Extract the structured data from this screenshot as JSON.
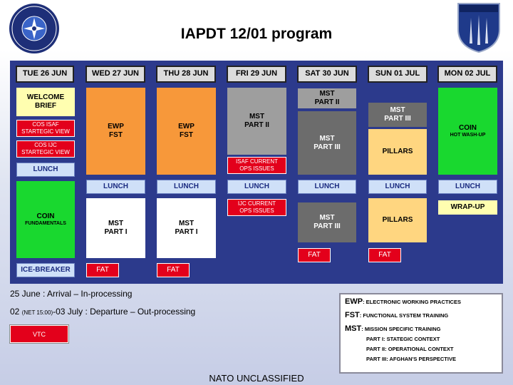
{
  "title": "IAPDT 12/01 program",
  "days": [
    "TUE 26 JUN",
    "WED 27 JUN",
    "THU 28 JUN",
    "FRI 29 JUN",
    "SAT 30 JUN",
    "SUN 01 JUL",
    "MON 02 JUL"
  ],
  "tue": {
    "welcome": "WELCOME BRIEF",
    "cos_isaf": "COS ISAF STARTEGIC VIEW",
    "cos_ijc": "COS IJC STARTEGIC VIEW",
    "lunch": "LUNCH",
    "coin_title": "COIN",
    "coin_sub": "FUNDAMENTALS",
    "icebreaker": "ICE-BREAKER"
  },
  "wed": {
    "am": "EWP\nFST",
    "lunch": "LUNCH",
    "pm1": "MST",
    "pm2": "PART I",
    "fat": "FAT"
  },
  "thu": {
    "am": "EWP\nFST",
    "lunch": "LUNCH",
    "pm1": "MST",
    "pm2": "PART I",
    "fat": "FAT"
  },
  "fri": {
    "am1": "MST",
    "am2": "PART II",
    "isaf": "ISAF CURRENT OPS ISSUES",
    "lunch": "LUNCH",
    "ijc": "IJC CURRENT OPS ISSUES"
  },
  "sat": {
    "top1": "MST",
    "top2": "PART II",
    "mid1": "MST",
    "mid2": "PART III",
    "lunch": "LUNCH",
    "pm1": "MST",
    "pm2": "PART III",
    "fat": "FAT"
  },
  "sun": {
    "top1": "MST",
    "top2": "PART III",
    "pillars_am": "PILLARS",
    "lunch": "LUNCH",
    "pillars_pm": "PILLARS",
    "fat": "FAT"
  },
  "mon": {
    "coin": "COIN",
    "hotwash": "HOT WASH-UP",
    "lunch": "LUNCH",
    "wrapup": "WRAP-UP"
  },
  "notes": {
    "line1": "25 June : Arrival – In-processing",
    "line2_a": "02 ",
    "line2_b": "(NET 15:00)",
    "line2_c": "-03 July : Departure – Out-processing"
  },
  "vtc": "VTC",
  "legend": {
    "ewp_abbr": "EWP",
    "ewp_desc": ": ELECTRONIC WORKING PRACTICES",
    "fst_abbr": "FST",
    "fst_desc": ": FUNCTIONAL SYSTEM TRAINING",
    "mst_abbr": "MST",
    "mst_desc": ": MISSION SPECIFIC TRAINING",
    "part1": "PART I: STATEGIC CONTEXT",
    "part2": "PART II: OPERATIONAL CONTEXT",
    "part3": "PART III: AFGHAN'S PERSPECTIVE"
  },
  "footer": "NATO UNCLASSIFIED",
  "colors": {
    "grid_bg": "#2c3a8c",
    "red": "#e3001b",
    "orange": "#f7983a",
    "green": "#19d82f"
  }
}
